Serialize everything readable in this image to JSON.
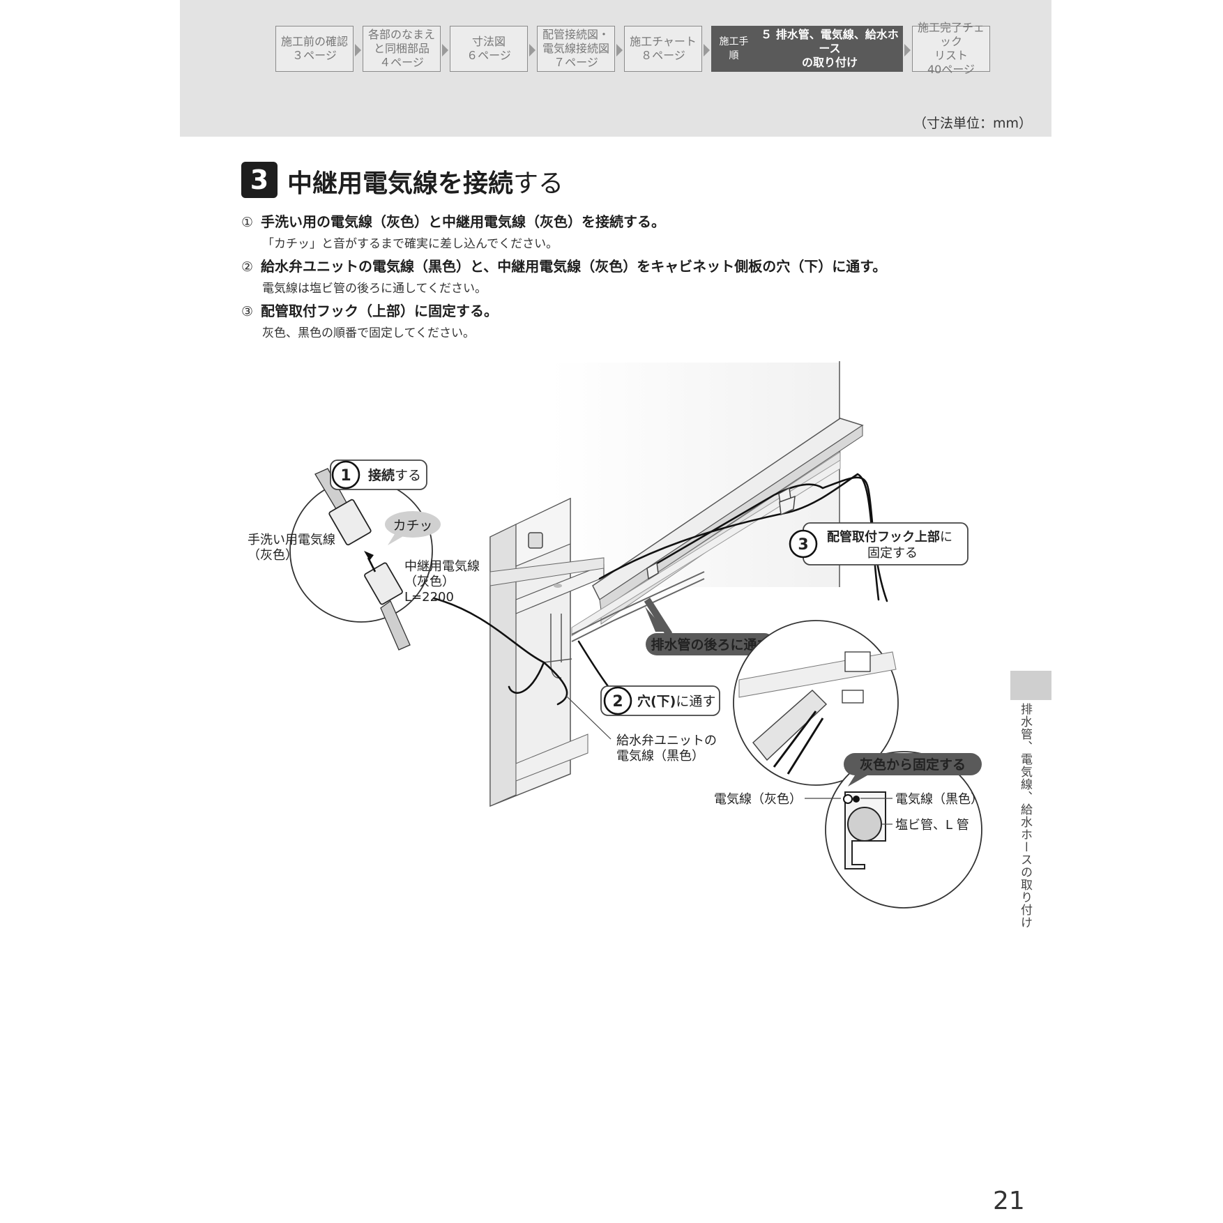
{
  "nav": [
    {
      "line1": "施工前の確認",
      "line2": "３ページ"
    },
    {
      "line1": "各部のなまえ",
      "line2": "と同梱部品",
      "line3": "４ページ"
    },
    {
      "line1": "寸法図",
      "line2": "６ページ"
    },
    {
      "line1": "配管接続図・",
      "line2": "電気線接続図",
      "line3": "７ページ"
    },
    {
      "line1": "施工チャート",
      "line2": "８ページ"
    },
    {
      "label": "施工手順",
      "line1": "５ 排水管、電気線、給水ホース",
      "line2": "の取り付け"
    },
    {
      "line1": "施工完了チェック",
      "line2": "リスト",
      "line3": "40ページ"
    }
  ],
  "unit_note": "（寸法単位：mm）",
  "step": {
    "number": "3",
    "title_bold": "中継用電気線を接続",
    "title_rest": "する"
  },
  "instructions": [
    {
      "num": "①",
      "main": "手洗い用の電気線（灰色）と中継用電気線（灰色）を接続する。",
      "sub": "「カチッ」と音がするまで確実に差し込んでください。"
    },
    {
      "num": "②",
      "main": "給水弁ユニットの電気線（黒色）と、中継用電気線（灰色）をキャビネット側板の穴（下）に通す。",
      "sub": "電気線は塩ビ管の後ろに通してください。"
    },
    {
      "num": "③",
      "main": "配管取付フック（上部）に固定する。",
      "sub": "灰色、黒色の順番で固定してください。"
    }
  ],
  "figure": {
    "callout1": {
      "num": "1",
      "bold": "接続",
      "rest": "する"
    },
    "click_sound": "カチッ",
    "handwash_wire": {
      "line1": "手洗い用電気線",
      "line2": "（灰色）"
    },
    "relay_wire": {
      "line1": "中継用電気線",
      "line2": "（灰色）",
      "line3": "L=2200"
    },
    "callout2": {
      "num": "2",
      "bold": "穴(下)",
      "rest": "に通す"
    },
    "callout3": {
      "num": "3",
      "bold": "配管取付フック上部",
      "rest": "に",
      "line2": "固定する"
    },
    "behind_pipe": "排水管の後ろに通す",
    "valve_wire": {
      "line1": "給水弁ユニットの",
      "line2": "電気線（黒色）"
    },
    "gray_first": "灰色から固定する",
    "wire_gray": "電気線（灰色）",
    "wire_black": "電気線（黒色）",
    "pvc_pipe": "塩ビ管、L 管"
  },
  "side_tab": "排水管、電気線、給水ホースの取り付け",
  "page_number": "21"
}
